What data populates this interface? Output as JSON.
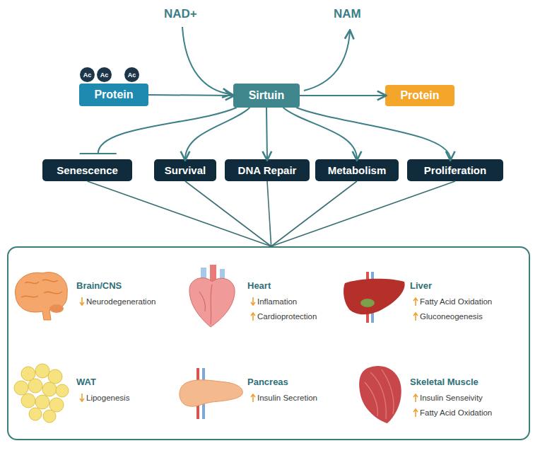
{
  "diagram": {
    "nodes": [
      {
        "text": [
          "Ac"
        ]
      },
      {
        "text": [
          "Ac"
        ]
      },
      {
        "text": [
          "Ac"
        ]
      },
      {
        "text": [
          "Protein"
        ]
      },
      {
        "text": [
          "Sirtuin"
        ]
      },
      {
        "text": [
          "Protein"
        ]
      },
      {
        "text": [
          "Senescence"
        ]
      },
      {
        "text": [
          "Survival"
        ]
      },
      {
        "text": [
          "DNA Repair"
        ]
      },
      {
        "text": [
          "Metabolism"
        ]
      },
      {
        "text": [
          "Proliferation"
        ]
      },
      {
        "text": [
          "Brain/CNS",
          "Neurodegeneration",
          "Heart",
          "Inflamation",
          "Cardioprotection",
          "Liver",
          "Fatty Acid Oxidation",
          "Gluconeogenesis",
          "WAT",
          "Lipogenesis",
          "Pancreas",
          "Insulin Secretion",
          "Skeletal Muscle",
          "Insulin Senseivity",
          "Fatty Acid Oxidation"
        ]
      }
    ],
    "edges": [
      {
        "from": 3,
        "to": 4,
        "arrow": "to"
      },
      {
        "from": 4,
        "to": 5,
        "arrow": "to"
      },
      {
        "from": 4,
        "to": 6,
        "arrow": "none"
      },
      {
        "from": 4,
        "to": 7,
        "arrow": "to"
      },
      {
        "from": 4,
        "to": 8,
        "arrow": "to"
      },
      {
        "from": 4,
        "to": 9,
        "arrow": "to"
      },
      {
        "from": 4,
        "to": 10,
        "arrow": "to"
      },
      {
        "from": 6,
        "to": 11,
        "arrow": "none"
      },
      {
        "from": 7,
        "to": 11,
        "arrow": "none"
      },
      {
        "from": 8,
        "to": 11,
        "arrow": "none"
      },
      {
        "from": 9,
        "to": 11,
        "arrow": "none"
      },
      {
        "from": 10,
        "to": 11,
        "arrow": "none"
      }
    ],
    "labels": [
      "NAD+",
      "NAM"
    ]
  }
}
